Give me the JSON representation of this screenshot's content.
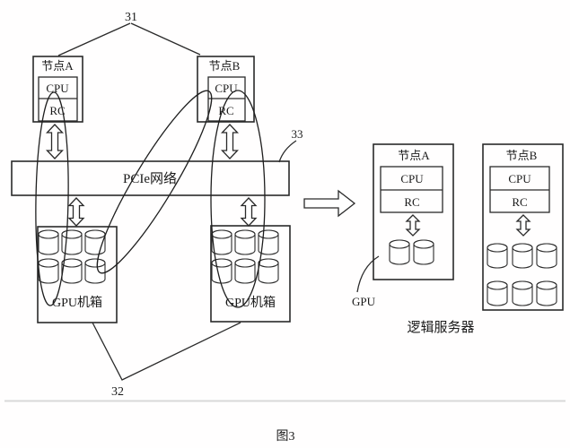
{
  "figure": {
    "caption": "图3",
    "refs": {
      "nodes_group": "31",
      "chassis_group": "32",
      "network": "33"
    }
  },
  "physical": {
    "node_a": {
      "title": "节点A",
      "cpu": "CPU",
      "rc": "RC"
    },
    "node_b": {
      "title": "节点B",
      "cpu": "CPU",
      "rc": "RC"
    },
    "network_label": "PCIe网络",
    "chassis_a": {
      "label": "GPU机箱",
      "gpu_count": 6
    },
    "chassis_b": {
      "label": "GPU机箱",
      "gpu_count": 6
    }
  },
  "logical": {
    "caption": "逻辑服务器",
    "gpu_label": "GPU",
    "node_a": {
      "title": "节点A",
      "cpu": "CPU",
      "rc": "RC",
      "gpu_count": 2
    },
    "node_b": {
      "title": "节点B",
      "cpu": "CPU",
      "rc": "RC",
      "gpu_count": 6
    }
  },
  "colors": {
    "line": "#2a2a2a",
    "background": "#ffffff",
    "bottom_rule": "#d9d9d9"
  }
}
